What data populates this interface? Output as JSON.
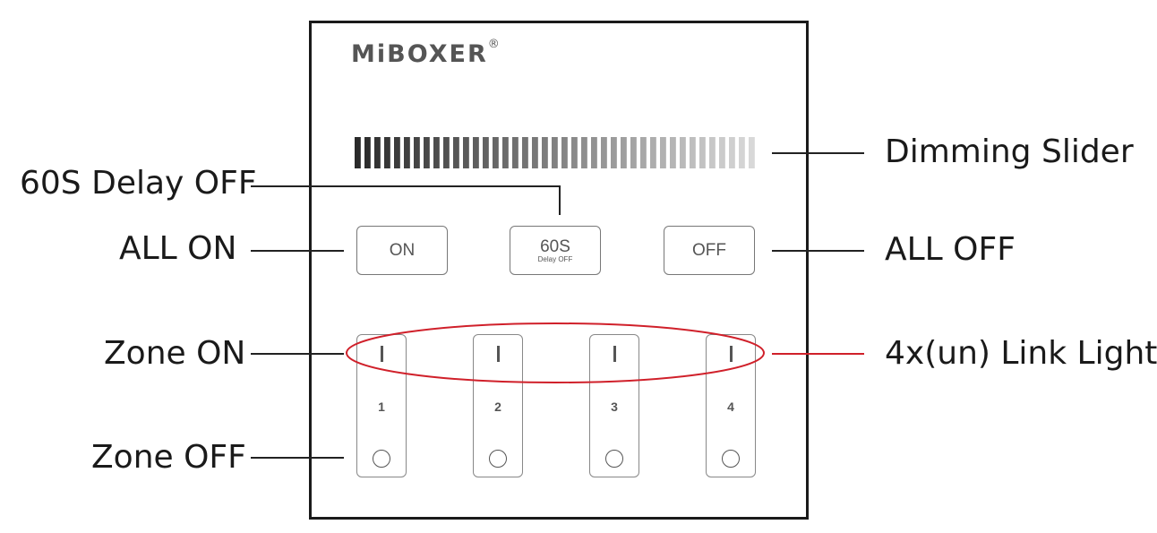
{
  "brand": {
    "name": "MiBOXER",
    "registered": "®"
  },
  "buttons": {
    "on_label": "ON",
    "delay_label": "60S",
    "delay_sub": "Delay OFF",
    "off_label": "OFF"
  },
  "zones": [
    {
      "number": "1"
    },
    {
      "number": "2"
    },
    {
      "number": "3"
    },
    {
      "number": "4"
    }
  ],
  "callouts": {
    "delay_off": "60S Delay OFF",
    "all_on": "ALL ON",
    "zone_on": "Zone ON",
    "zone_off": "Zone OFF",
    "dimming_slider": "Dimming Slider",
    "all_off": "ALL OFF",
    "link_light": "4x(un) Link Light"
  },
  "colors": {
    "highlight": "#d0202a",
    "panel_border": "#1a1a1a",
    "slider_dark": "#2a2a2a",
    "slider_light": "#d8d8d8"
  }
}
